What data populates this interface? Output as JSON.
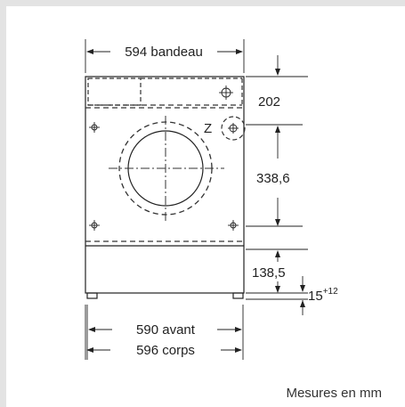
{
  "dimensions": {
    "panel_width": "594 bandeau",
    "top_height": "202",
    "zone_marker": "Z",
    "drum_height": "338,6",
    "lower_height": "138,5",
    "foot_base": "15",
    "foot_sup": "+12",
    "front_width": "590 avant",
    "body_width": "596 corps"
  },
  "footnote": "Mesures en mm"
}
